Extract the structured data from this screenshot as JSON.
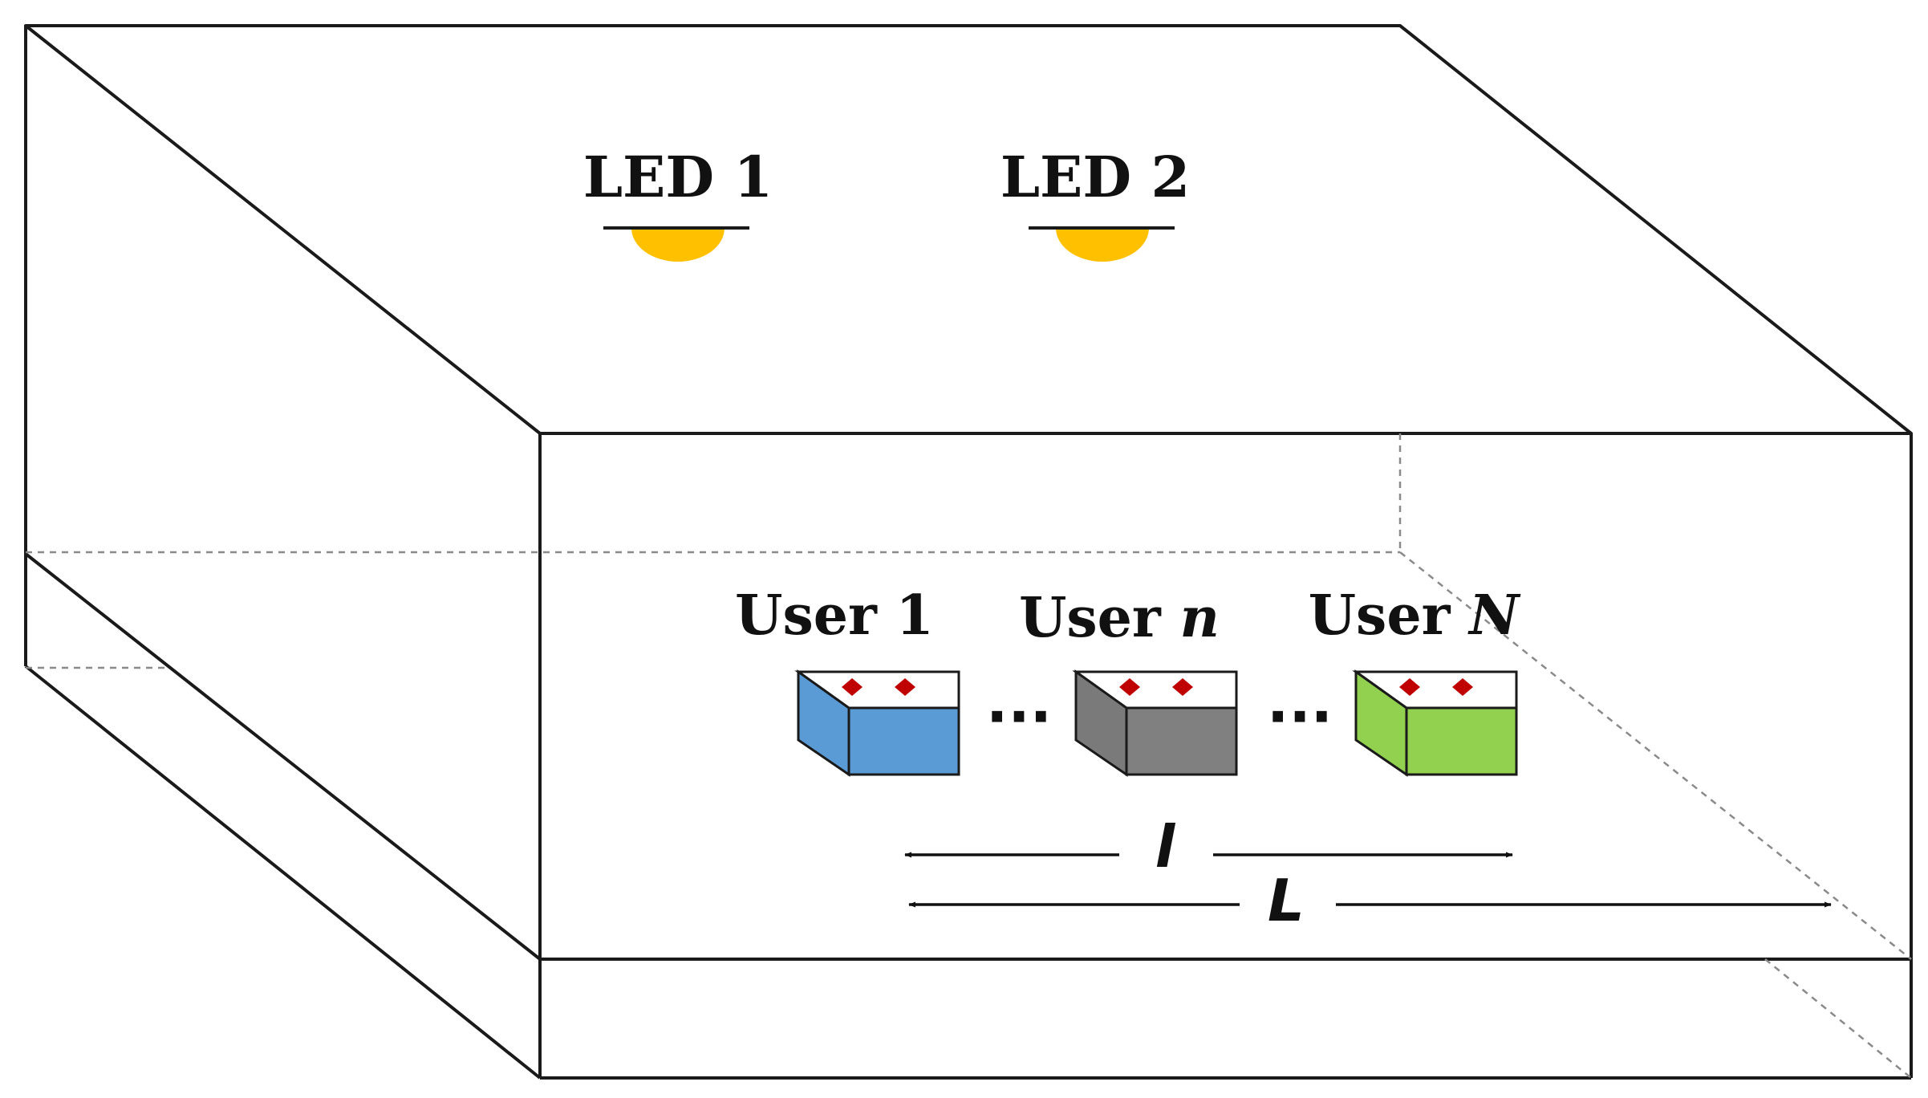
{
  "leds": [
    {
      "label": "LED 1",
      "color": "#FFC000"
    },
    {
      "label": "LED 2",
      "color": "#FFC000"
    }
  ],
  "users": [
    {
      "prefix": "User",
      "suffix": "1",
      "suffix_italic": false,
      "color": "#5B9BD5"
    },
    {
      "prefix": "User",
      "suffix": "n",
      "suffix_italic": true,
      "color": "#808080"
    },
    {
      "prefix": "User",
      "suffix": "N",
      "suffix_italic": true,
      "color": "#92D050"
    }
  ],
  "ellipsis": "···",
  "dimensions": {
    "small": "l",
    "large": "L"
  },
  "colors": {
    "edge": "#1A1A1A",
    "hidden_edge": "#8A8A8A",
    "receiver_top": "#FFFFFF",
    "photodetector": "#C00000"
  }
}
